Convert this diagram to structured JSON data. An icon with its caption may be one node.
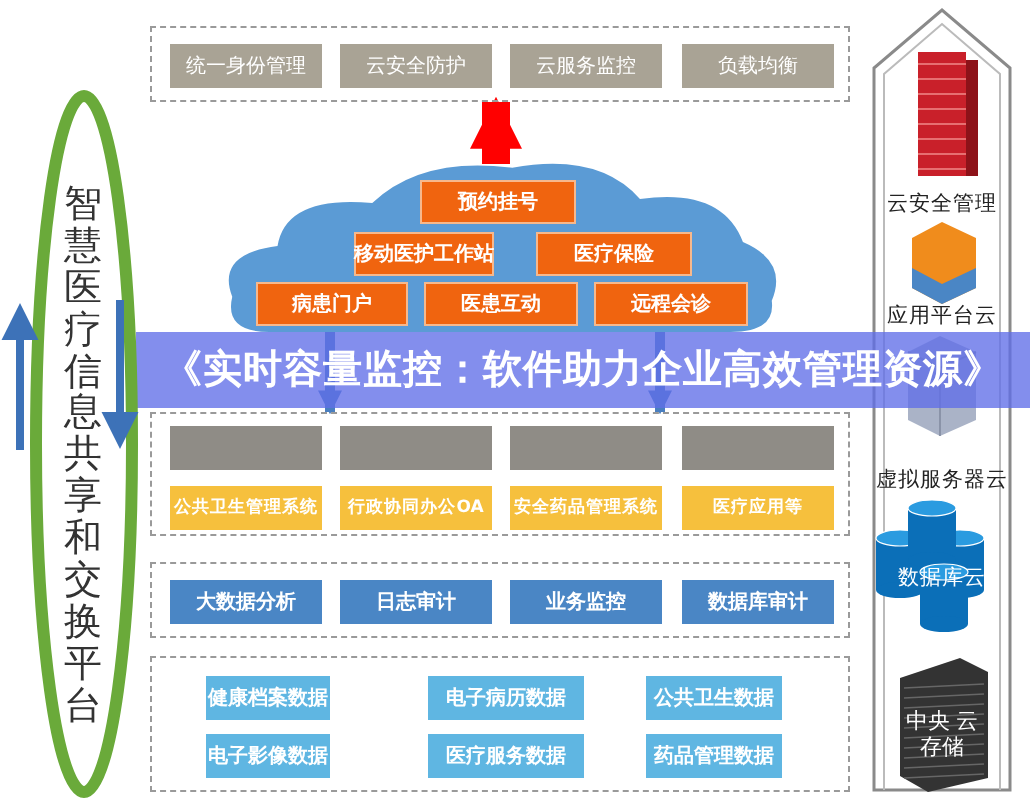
{
  "diagram": {
    "title": "《实时容量监控：软件助力企业高效管理资源》",
    "nodes": [
      {
        "text": [],
        "shape": "box"
      },
      {
        "text": [
          "统一身份管理"
        ],
        "in": 0
      },
      {
        "text": [
          "云安全防护"
        ],
        "in": 0
      },
      {
        "text": [
          "云服务监控"
        ],
        "in": 0
      },
      {
        "text": [
          "负载均衡"
        ],
        "in": 0
      },
      {
        "text": [],
        "shape": "cloud"
      },
      {
        "text": [
          "预约挂号"
        ],
        "in": 5
      },
      {
        "text": [
          "移动医护工作站"
        ],
        "in": 5
      },
      {
        "text": [
          "医疗保险"
        ],
        "in": 5
      },
      {
        "text": [
          "病患门户"
        ],
        "in": 5
      },
      {
        "text": [
          "医患互动"
        ],
        "in": 5
      },
      {
        "text": [
          "远程会诊"
        ],
        "in": 5
      },
      {
        "text": [],
        "shape": "box"
      },
      {
        "text": [],
        "shape": "box",
        "in": 12
      },
      {
        "text": [],
        "shape": "box",
        "in": 12
      },
      {
        "text": [],
        "shape": "box",
        "in": 12
      },
      {
        "text": [],
        "shape": "box",
        "in": 12
      },
      {
        "text": [
          "公共卫生管理系统"
        ],
        "in": 12
      },
      {
        "text": [
          "行政协同办公OA"
        ],
        "in": 12
      },
      {
        "text": [
          "安全药品管理系统"
        ],
        "in": 12
      },
      {
        "text": [
          "医疗应用等"
        ],
        "in": 12
      },
      {
        "text": [],
        "shape": "box"
      },
      {
        "text": [
          "大数据分析"
        ],
        "in": 21
      },
      {
        "text": [
          "日志审计"
        ],
        "in": 21
      },
      {
        "text": [
          "业务监控"
        ],
        "in": 21
      },
      {
        "text": [
          "数据库审计"
        ],
        "in": 21
      },
      {
        "text": [],
        "shape": "box"
      },
      {
        "text": [
          "健康档案数据"
        ],
        "in": 26
      },
      {
        "text": [
          "电子病历数据"
        ],
        "in": 26
      },
      {
        "text": [
          "公共卫生数据"
        ],
        "in": 26
      },
      {
        "text": [
          "电子影像数据"
        ],
        "in": 26
      },
      {
        "text": [
          "医疗服务数据"
        ],
        "in": 26
      },
      {
        "text": [
          "药品管理数据"
        ],
        "in": 26
      },
      {
        "text": [
          "云安全管理",
          "应用平台云",
          "虚拟服务器云",
          "数据库云",
          "中央 云存储"
        ]
      }
    ],
    "edges": [
      {
        "from": 5,
        "to": 0,
        "arrow": "to",
        "style": "thick",
        "color": "#ff0000"
      },
      {
        "from": 5,
        "to": 12,
        "arrow": "to"
      },
      {
        "from": 5,
        "to": 12,
        "arrow": "to"
      }
    ],
    "labels": [
      "智慧医疗信息共享和交换平台"
    ]
  }
}
